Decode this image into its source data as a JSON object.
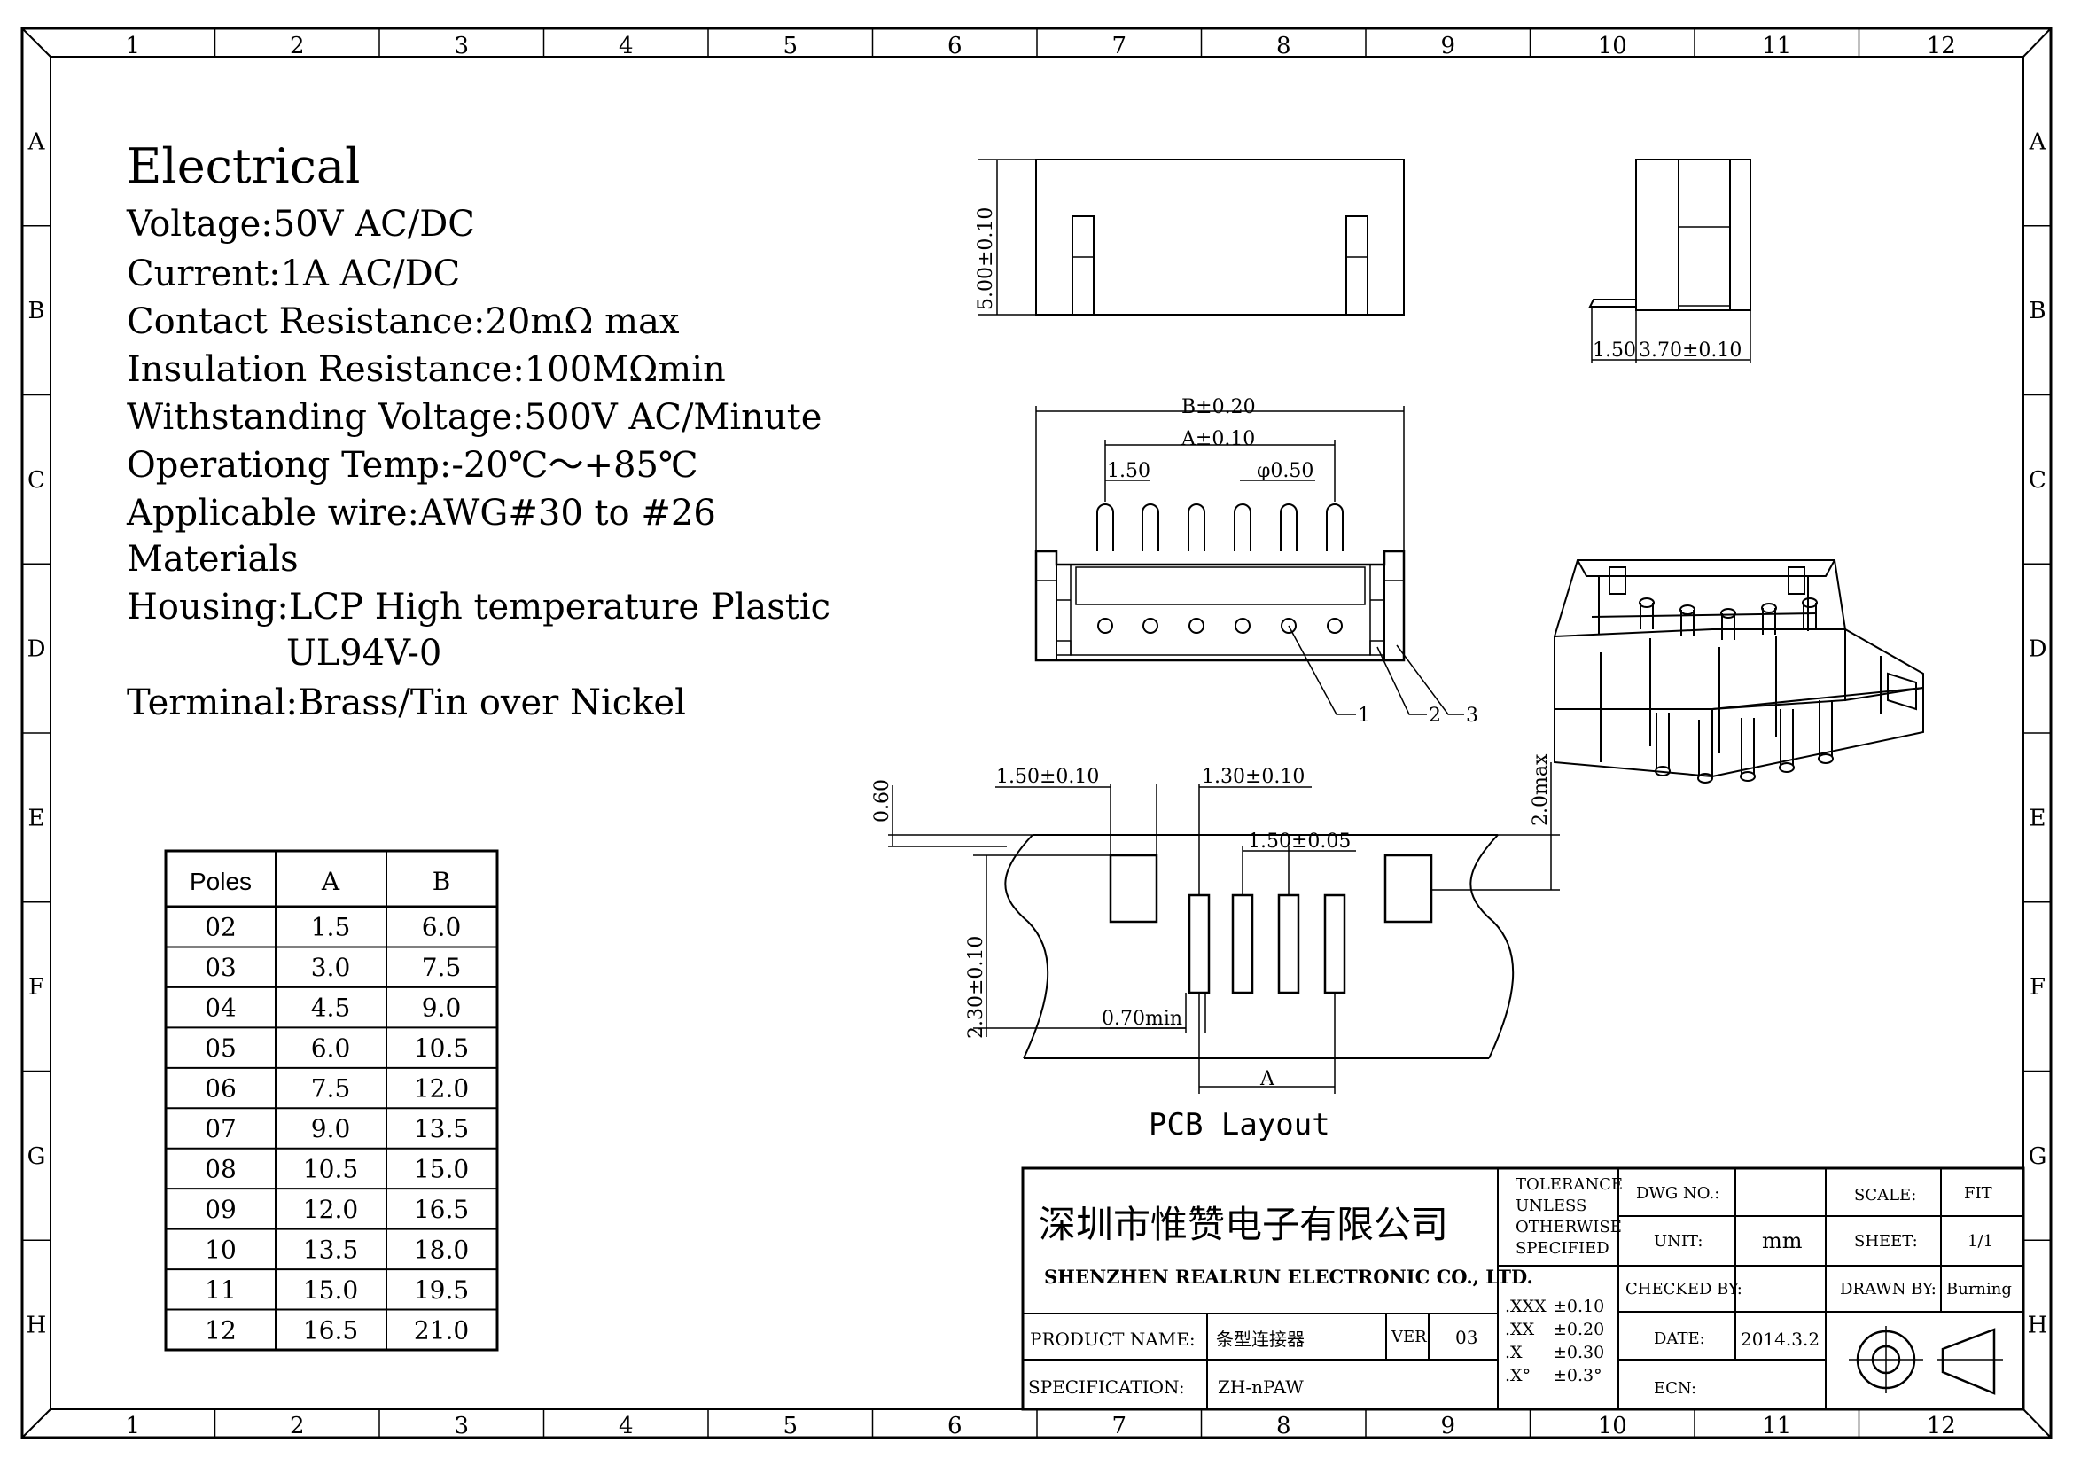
{
  "border": {
    "columns": [
      "1",
      "2",
      "3",
      "4",
      "5",
      "6",
      "7",
      "8",
      "9",
      "10",
      "11",
      "12"
    ],
    "rows": [
      "A",
      "B",
      "C",
      "D",
      "E",
      "F",
      "G",
      "H"
    ]
  },
  "specs": {
    "heading": "Electrical",
    "lines": [
      "Voltage:50V AC/DC",
      "Current:1A AC/DC",
      "Contact Resistance:20mΩ max",
      "Insulation Resistance:100MΩmin",
      "Withstanding Voltage:500V AC/Minute",
      "Operationg Temp:-20℃～+85℃",
      "Applicable wire:AWG#30 to #26",
      "Materials",
      "Housing:LCP High temperature Plastic",
      "UL94V-0",
      "Terminal:Brass/Tin over Nickel"
    ]
  },
  "poles_table": {
    "headers": [
      "Poles",
      "A",
      "B"
    ],
    "rows": [
      [
        "02",
        "1.5",
        "6.0"
      ],
      [
        "03",
        "3.0",
        "7.5"
      ],
      [
        "04",
        "4.5",
        "9.0"
      ],
      [
        "05",
        "6.0",
        "10.5"
      ],
      [
        "06",
        "7.5",
        "12.0"
      ],
      [
        "07",
        "9.0",
        "13.5"
      ],
      [
        "08",
        "10.5",
        "15.0"
      ],
      [
        "09",
        "12.0",
        "16.5"
      ],
      [
        "10",
        "13.5",
        "18.0"
      ],
      [
        "11",
        "15.0",
        "19.5"
      ],
      [
        "12",
        "16.5",
        "21.0"
      ]
    ]
  },
  "dims": {
    "front_height": "5.00±0.10",
    "side_left": "1.50",
    "side_width": "3.70±0.10",
    "b_width": "B±0.20",
    "a_width": "A±0.10",
    "pitch": "1.50",
    "pin_dia": "φ0.50",
    "callout_1": "1",
    "callout_2": "2",
    "callout_3": "3",
    "pcb_pad_width": "1.50±0.10",
    "pcb_pad_gap": "1.30±0.10",
    "pcb_pitch": "1.50±0.05",
    "pcb_edge": "0.60",
    "pcb_max": "2.0max",
    "pcb_height": "2.30±0.10",
    "pcb_min": "0.70min",
    "pcb_a": "A",
    "pcb_caption": "PCB Layout"
  },
  "title_block": {
    "company_cn": "深圳市惟赞电子有限公司",
    "company_en": "SHENZHEN REALRUN ELECTRONIC CO., LTD.",
    "product_name_label": "PRODUCT NAME:",
    "product_name": "条型连接器",
    "ver_label": "VER:",
    "ver": "03",
    "spec_label": "SPECIFICATION:",
    "spec": "ZH-nPAW",
    "tolerance": [
      "TOLERANCE",
      "UNLESS",
      "OTHERWISE",
      "SPECIFIED"
    ],
    "tol_rows": [
      [
        ".XXX",
        "±0.10"
      ],
      [
        ".XX",
        "±0.20"
      ],
      [
        ".X",
        "±0.30"
      ],
      [
        ".X°",
        "±0.3°"
      ]
    ],
    "dwg_no_label": "DWG NO.:",
    "dwg_no": "",
    "unit_label": "UNIT:",
    "unit": "mm",
    "checked_label": "CHECKED BY:",
    "checked": "",
    "date_label": "DATE:",
    "date": "2014.3.2",
    "ecn_label": "ECN:",
    "ecn": "",
    "scale_label": "SCALE:",
    "scale": "FIT",
    "sheet_label": "SHEET:",
    "sheet": "1/1",
    "drawn_label": "DRAWN BY:",
    "drawn": "Burning"
  }
}
